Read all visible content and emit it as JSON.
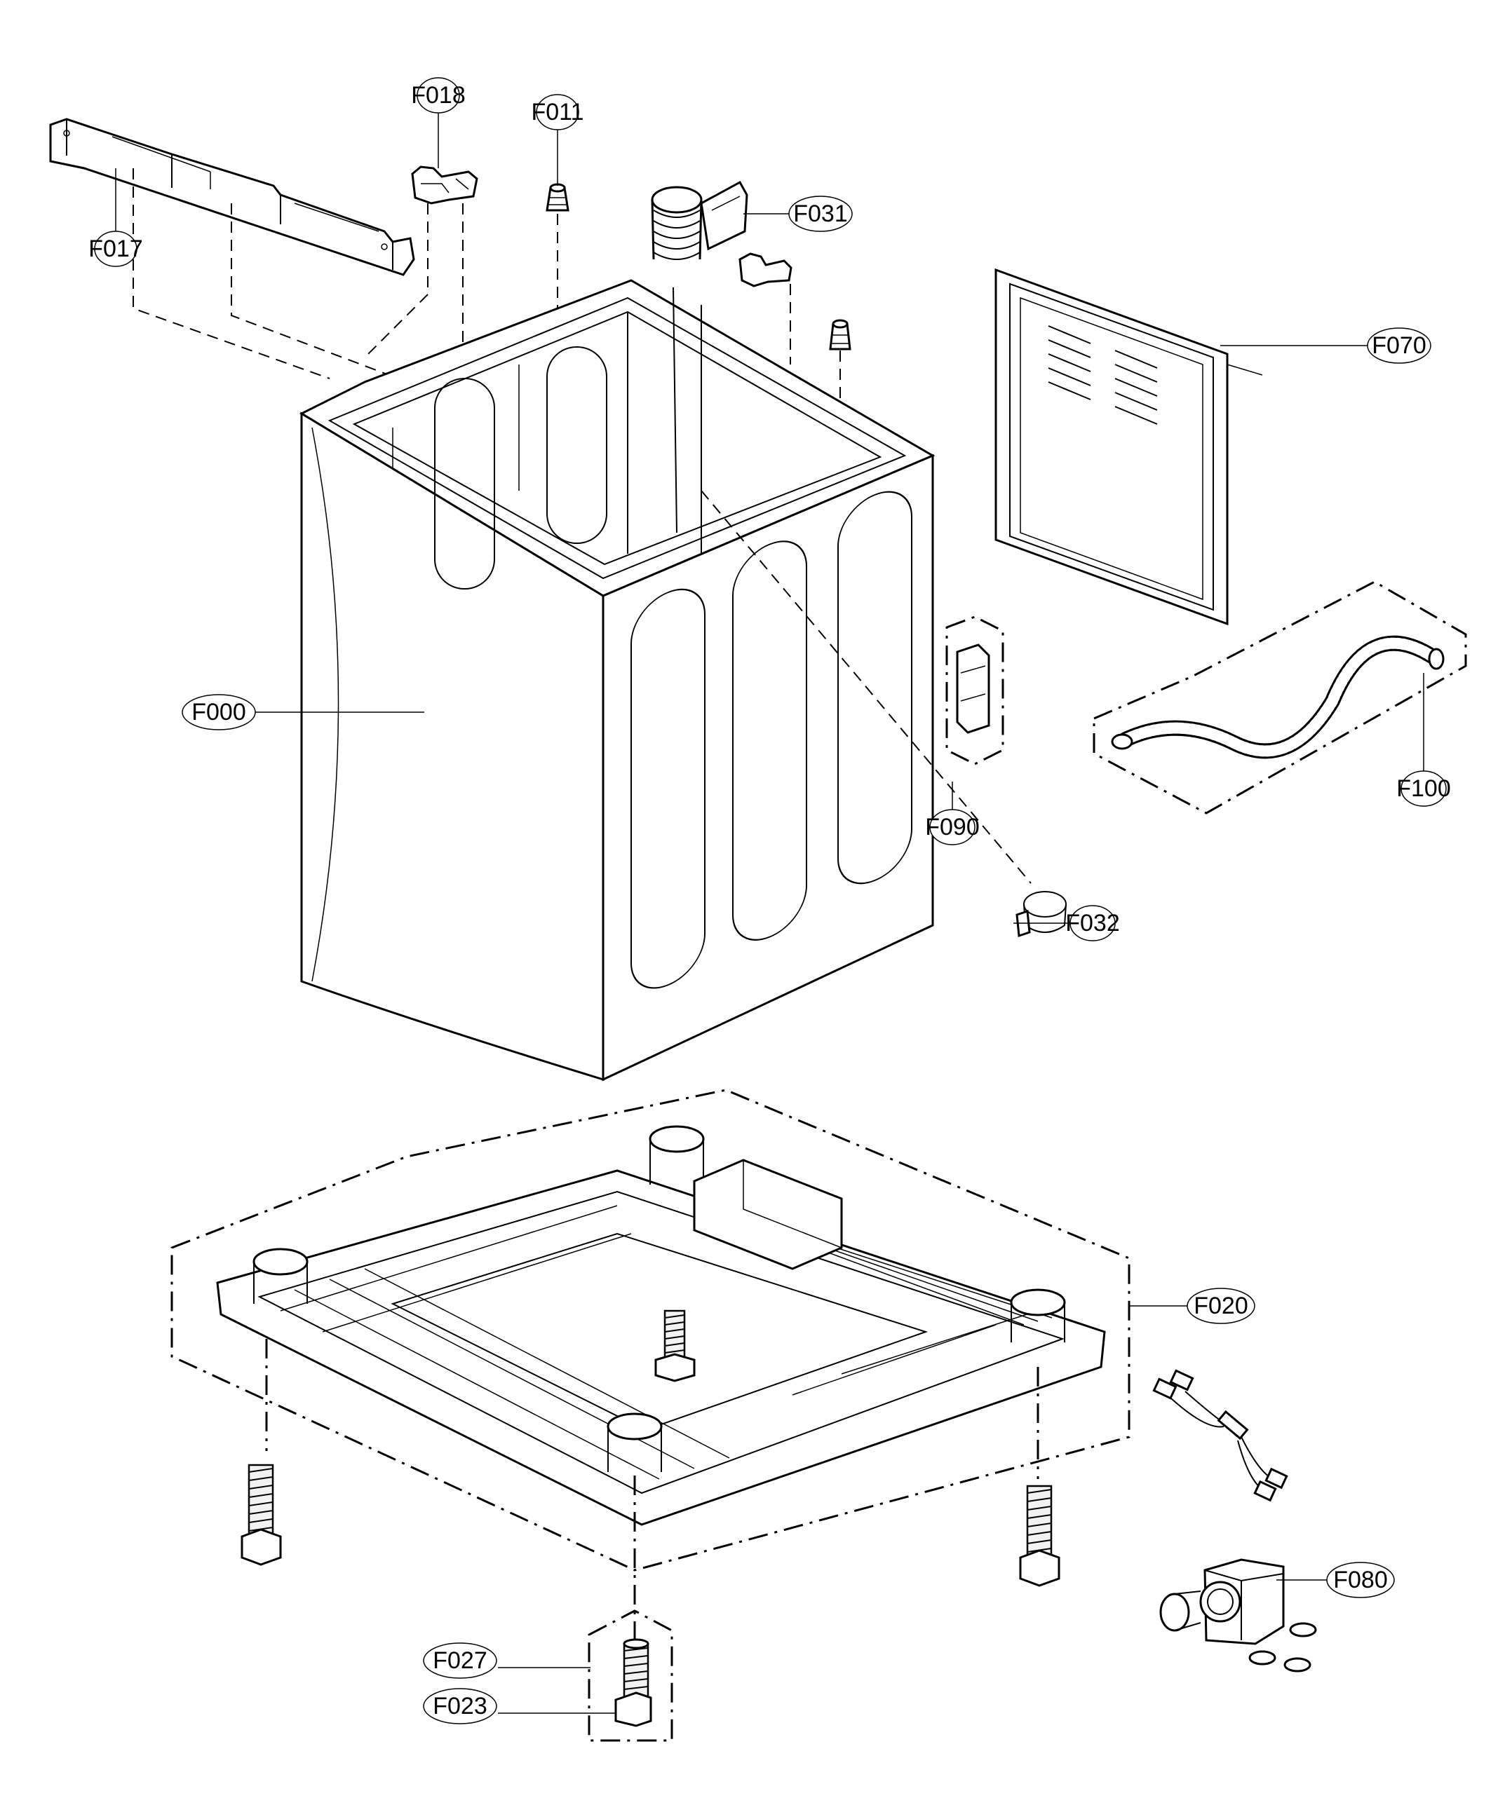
{
  "diagram": {
    "type": "exploded-parts-diagram",
    "subject": "washer cabinet assembly",
    "callouts": [
      {
        "id": "F017",
        "label": "F017",
        "part": "top frame bracket"
      },
      {
        "id": "F018",
        "label": "F018",
        "part": "leveling bracket / hinge"
      },
      {
        "id": "F011",
        "label": "F011",
        "part": "damper cap"
      },
      {
        "id": "F031",
        "label": "F031",
        "part": "hose clamp / connector"
      },
      {
        "id": "F070",
        "label": "F070",
        "part": "rear access panel"
      },
      {
        "id": "F000",
        "label": "F000",
        "part": "cabinet"
      },
      {
        "id": "F090",
        "label": "F090",
        "part": "cabinet bracket"
      },
      {
        "id": "F100",
        "label": "F100",
        "part": "drain hose"
      },
      {
        "id": "F032",
        "label": "F032",
        "part": "hose clamp"
      },
      {
        "id": "F020",
        "label": "F020",
        "part": "base assembly"
      },
      {
        "id": "F080",
        "label": "F080",
        "part": "drain pump"
      },
      {
        "id": "F027",
        "label": "F027",
        "part": "leveling foot"
      },
      {
        "id": "F023",
        "label": "F023",
        "part": "nut"
      }
    ]
  }
}
